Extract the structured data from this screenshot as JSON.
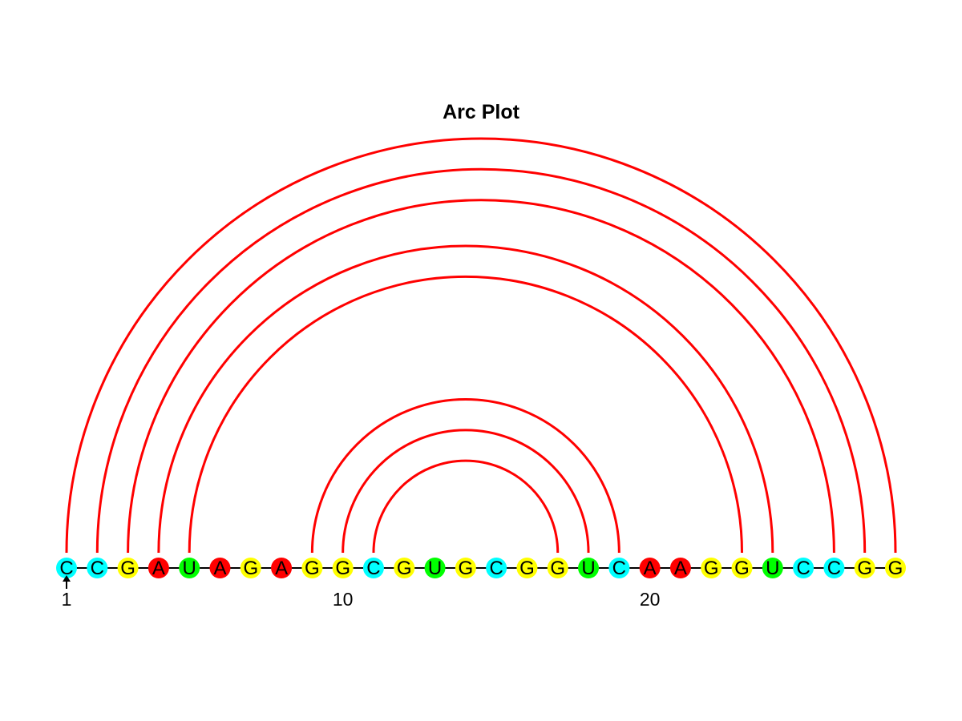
{
  "title": "Arc Plot",
  "sequence": [
    "C",
    "C",
    "G",
    "A",
    "U",
    "A",
    "G",
    "A",
    "G",
    "G",
    "C",
    "G",
    "U",
    "G",
    "C",
    "G",
    "G",
    "U",
    "C",
    "A",
    "A",
    "G",
    "G",
    "U",
    "C",
    "C",
    "G",
    "G"
  ],
  "pairs": [
    [
      1,
      28
    ],
    [
      2,
      27
    ],
    [
      3,
      26
    ],
    [
      4,
      24
    ],
    [
      5,
      23
    ],
    [
      9,
      19
    ],
    [
      10,
      18
    ],
    [
      11,
      17
    ]
  ],
  "position_labels": [
    {
      "index": 1,
      "text": "1"
    },
    {
      "index": 10,
      "text": "10"
    },
    {
      "index": 20,
      "text": "20"
    }
  ],
  "colors": {
    "A": "#ff0000",
    "C": "#00ffff",
    "G": "#ffff00",
    "U": "#00ff00",
    "arc": "#ff0000",
    "backbone": "#000000",
    "text": "#000000"
  },
  "marker_icon": "arrow-up-icon"
}
